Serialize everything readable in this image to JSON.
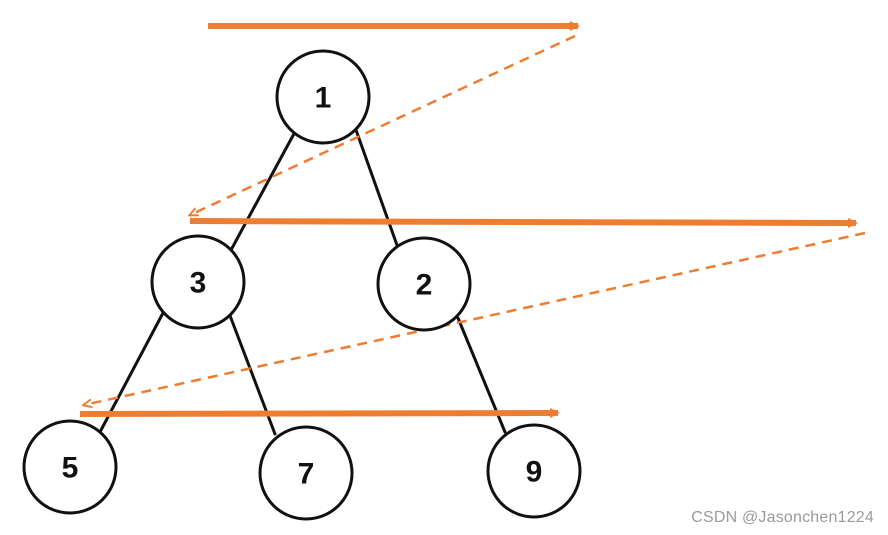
{
  "diagram": {
    "type": "binary-tree-level-order-traversal",
    "nodes": {
      "n1": "1",
      "n3": "3",
      "n2": "2",
      "n5": "5",
      "n7": "7",
      "n9": "9"
    },
    "edges": [
      [
        "n1",
        "n3"
      ],
      [
        "n1",
        "n2"
      ],
      [
        "n3",
        "n5"
      ],
      [
        "n3",
        "n7"
      ],
      [
        "n2",
        "n9"
      ]
    ],
    "traversal_color": "#ED7D31",
    "line_color": "#111111"
  },
  "watermark": "CSDN @Jasonchen1224"
}
